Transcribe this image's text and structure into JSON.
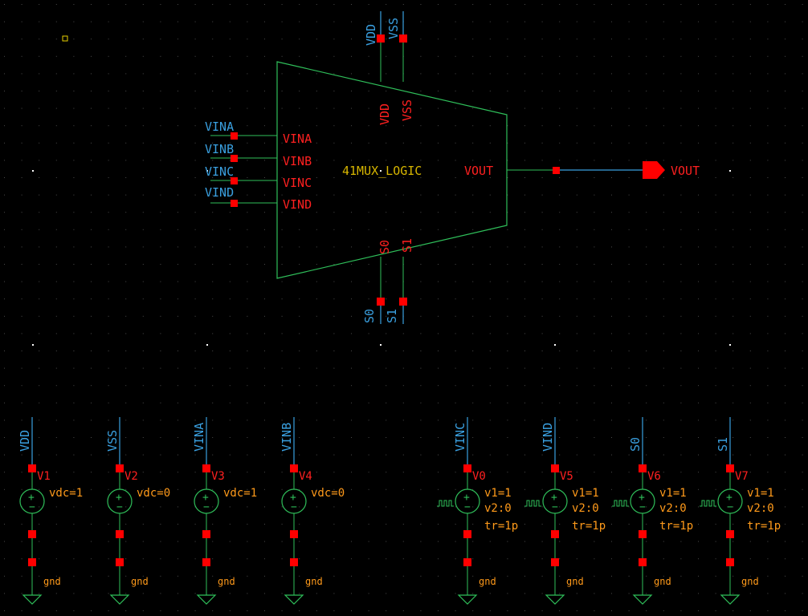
{
  "colors": {
    "background": "#000000",
    "grid_dot": "#4a4a4a",
    "major_dot": "#ffffff",
    "symbol": "#2fbf5a",
    "wire": "#3aa0e0",
    "pin": "#ff0000",
    "pin_label": "#ff2020",
    "net_label": "#3aa0e0",
    "instance_label": "#d7b600",
    "param": "#ff9a1a",
    "source_body": "#2fbf5a",
    "marker": "#e8d000"
  },
  "mux": {
    "name": "41MUX_LOGIC",
    "inputs": [
      "VINA",
      "VINB",
      "VINC",
      "VIND"
    ],
    "output": "VOUT",
    "supply_pins": [
      "VDD",
      "VSS"
    ],
    "select_pins": [
      "S0",
      "S1"
    ],
    "supply_nets": [
      "VDD",
      "VSS"
    ],
    "select_nets": [
      "S0",
      "S1"
    ],
    "input_nets": [
      "VINA",
      "VINB",
      "VINC",
      "VIND"
    ],
    "output_port": "VOUT"
  },
  "sources": [
    {
      "net": "VDD",
      "name": "V1",
      "kind": "vdc",
      "params": [
        "vdc=1"
      ],
      "ground": "gnd"
    },
    {
      "net": "VSS",
      "name": "V2",
      "kind": "vdc",
      "params": [
        "vdc=0"
      ],
      "ground": "gnd"
    },
    {
      "net": "VINA",
      "name": "V3",
      "kind": "vdc",
      "params": [
        "vdc=1"
      ],
      "ground": "gnd"
    },
    {
      "net": "VINB",
      "name": "V4",
      "kind": "vdc",
      "params": [
        "vdc=0"
      ],
      "ground": "gnd"
    },
    {
      "net": "VINC",
      "name": "V0",
      "kind": "vpulse",
      "params": [
        "v1=1",
        "v2:0",
        "tr=1p"
      ],
      "ground": "gnd"
    },
    {
      "net": "VIND",
      "name": "V5",
      "kind": "vpulse",
      "params": [
        "v1=1",
        "v2:0",
        "tr=1p"
      ],
      "ground": "gnd"
    },
    {
      "net": "S0",
      "name": "V6",
      "kind": "vpulse",
      "params": [
        "v1=1",
        "v2:0",
        "tr=1p"
      ],
      "ground": "gnd"
    },
    {
      "net": "S1",
      "name": "V7",
      "kind": "vpulse",
      "params": [
        "v1=1",
        "v2:0",
        "tr=1p"
      ],
      "ground": "gnd"
    }
  ]
}
